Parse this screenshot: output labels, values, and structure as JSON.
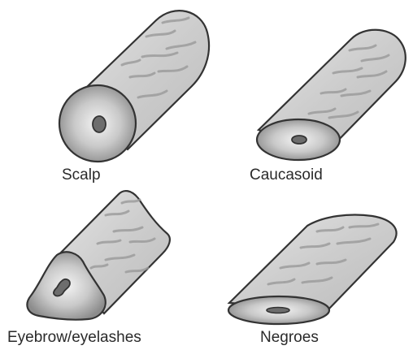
{
  "labels": {
    "scalp": "Scalp",
    "caucasoid": "Caucasoid",
    "eyebrow": "Eyebrow/eyelashes",
    "negroes": "Negroes"
  },
  "colors": {
    "outline": "#333333",
    "shaft_light": "#dcdcdc",
    "shaft_mid": "#c4c4c4",
    "streak": "#9a9a9a",
    "cross_section_dark": "#8a8a8a",
    "cross_section_light": "#efefef",
    "medulla": "#6d6d6d"
  }
}
